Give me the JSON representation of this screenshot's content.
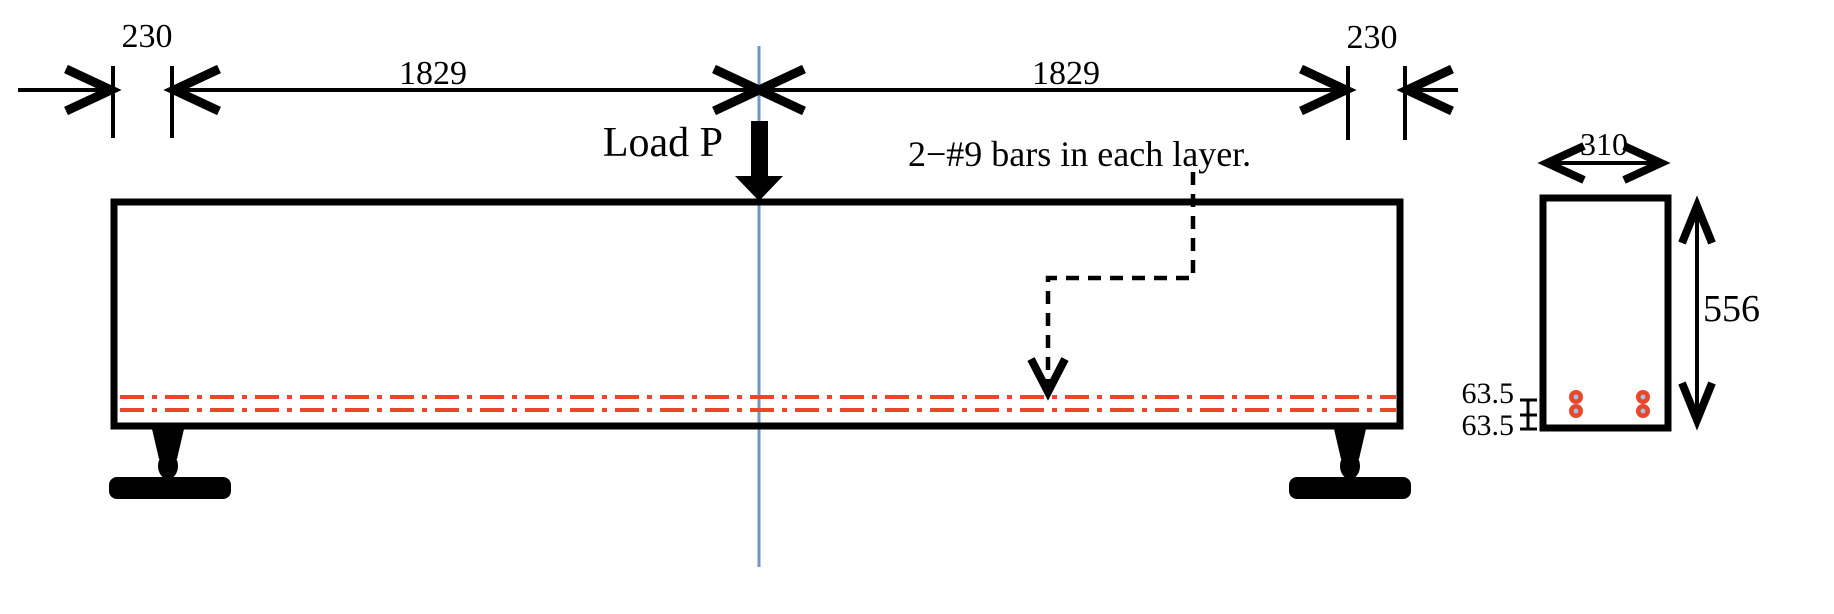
{
  "elevation": {
    "load_label": "Load P",
    "rebar_note": "2−#9 bars in each layer.",
    "dim_left_overhang": "230",
    "dim_left_span": "1829",
    "dim_right_span": "1829",
    "dim_right_overhang": "230"
  },
  "section": {
    "dim_width": "310",
    "dim_height": "556",
    "dim_layer_spacing": "63.5",
    "dim_bottom_cover": "63.5"
  },
  "colors": {
    "ink": "#000000",
    "rebar_red": "#e8472b",
    "centerline_blue": "#7295c8",
    "bar_core_blue": "#9dc3e6"
  }
}
